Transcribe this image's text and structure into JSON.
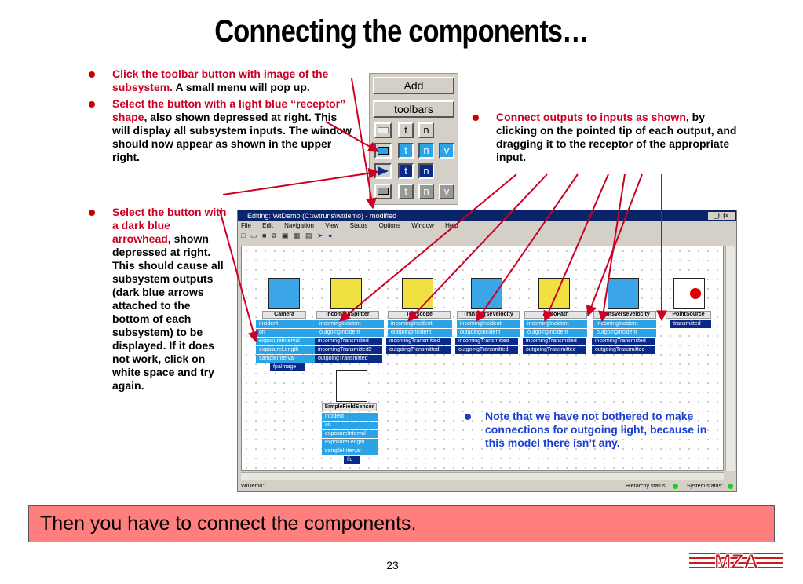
{
  "title": "Connecting the components…",
  "bullets": [
    {
      "red": "Click the toolbar button with image of the subsystem.",
      "black": " A small menu will pop up."
    },
    {
      "red": "Select the button with a light blue “receptor” shape",
      "black": ", also shown depressed at right.  This will display all subsystem inputs.  The window should now appear as shown in the upper right."
    },
    {
      "red": "Select the button with a dark blue arrowhead",
      "black": ", shown depressed at right. This should cause all subsystem outputs (dark blue arrows attached to the bottom of each subsystem) to be displayed.  If it does not work, click on white space and try again."
    }
  ],
  "right_bullet": {
    "red": "Connect outputs to inputs as shown",
    "black": ", by clicking on the pointed tip of each output, and dragging it to the receptor of the appropriate input."
  },
  "popup_menu": {
    "add": "Add",
    "toolbars": "toolbars",
    "rows": [
      {
        "t": "t",
        "n": "n",
        "v": ""
      },
      {
        "t": "t",
        "n": "n",
        "v": "v"
      },
      {
        "t": "t",
        "n": "n",
        "v": ""
      },
      {
        "t": "t",
        "n": "n",
        "v": "v"
      }
    ]
  },
  "window": {
    "title": "Editing:  WtDemo  (C:\\wtruns\\wtdemo) - modified",
    "controls": "_|□|x",
    "menu": [
      "File",
      "Edit",
      "Navigation",
      "View",
      "Status",
      "Options",
      "Window",
      "Help"
    ],
    "status_left": "WtDemo::",
    "hierarchy_status": "Hierarchy status:",
    "system_status": "System status:"
  },
  "components": [
    {
      "name": "Camera",
      "inputs": [
        "incident",
        "on",
        "exposureInterval",
        "exposureLength",
        "sampleInterval"
      ],
      "outputs": [
        "fpaImage"
      ]
    },
    {
      "name": "IncomingSplitter",
      "inputs": [
        "incomingIncident",
        "outgoingIncident"
      ],
      "outputs": [
        "incomingTransmitted",
        "incomingTransmitted2",
        "outgoingTransmitted"
      ]
    },
    {
      "name": "Telescope",
      "inputs": [
        "incomingIncident",
        "outgoingIncident"
      ],
      "outputs": [
        "incomingTransmitted",
        "outgoingTransmitted"
      ]
    },
    {
      "name": "TransverseVelocity",
      "inputs": [
        "incomingIncident",
        "outgoingIncident"
      ],
      "outputs": [
        "incomingTransmitted",
        "outgoingTransmitted"
      ]
    },
    {
      "name": "AtmoPath",
      "inputs": [
        "incomingIncident",
        "outgoingIncident"
      ],
      "outputs": [
        "incomingTransmitted",
        "outgoingTransmitted"
      ]
    },
    {
      "name": "TransverseVelocity",
      "inputs": [
        "incomingIncident",
        "outgoingIncident"
      ],
      "outputs": [
        "incomingTransmitted",
        "outgoingTransmitted"
      ]
    },
    {
      "name": "PointSource",
      "inputs": [],
      "outputs": [
        "transmitted"
      ]
    },
    {
      "name": "SimpleFieldSensor",
      "inputs": [
        "incident",
        "on",
        "exposureInterval",
        "exposureLength",
        "sampleInterval"
      ],
      "outputs": [
        "fld"
      ]
    }
  ],
  "note": "Note that we have not bothered to make connections for outgoing light, because in this model there isn’t any.",
  "banner": "Then you have to connect the components.",
  "page_number": "23",
  "logo_text": "MZA"
}
